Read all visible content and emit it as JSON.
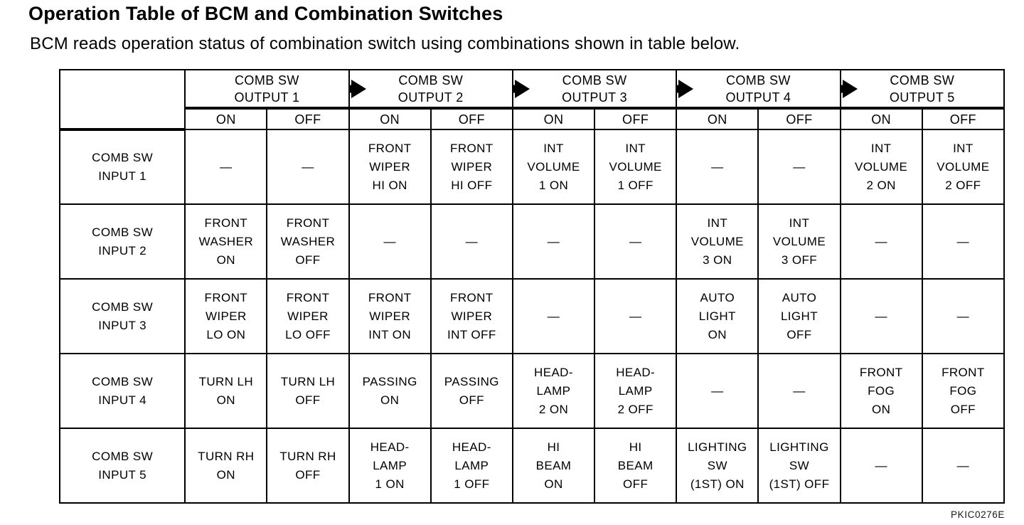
{
  "title": "Operation Table of BCM and Combination Switches",
  "subtitle": "BCM reads operation status of combination switch using combinations shown in table below.",
  "figure_code": "PKIC0276E",
  "colors": {
    "text": "#000000",
    "background": "#ffffff",
    "border": "#000000"
  },
  "icons": {
    "flow_arrow": "right-arrow"
  },
  "table": {
    "corner_label": "",
    "output_headers": [
      "COMB SW\nOUTPUT 1",
      "COMB SW\nOUTPUT 2",
      "COMB SW\nOUTPUT 3",
      "COMB SW\nOUTPUT 4",
      "COMB SW\nOUTPUT 5"
    ],
    "state_headers": [
      "ON",
      "OFF",
      "ON",
      "OFF",
      "ON",
      "OFF",
      "ON",
      "OFF",
      "ON",
      "OFF"
    ],
    "empty_cell_mark": "—",
    "rows": [
      {
        "label": "COMB SW\nINPUT 1",
        "cells": [
          "—",
          "—",
          "FRONT\nWIPER\nHI ON",
          "FRONT\nWIPER\nHI OFF",
          "INT\nVOLUME\n1 ON",
          "INT\nVOLUME\n1 OFF",
          "—",
          "—",
          "INT\nVOLUME\n2 ON",
          "INT\nVOLUME\n2 OFF"
        ]
      },
      {
        "label": "COMB SW\nINPUT 2",
        "cells": [
          "FRONT\nWASHER\nON",
          "FRONT\nWASHER\nOFF",
          "—",
          "—",
          "—",
          "—",
          "INT\nVOLUME\n3 ON",
          "INT\nVOLUME\n3 OFF",
          "—",
          "—"
        ]
      },
      {
        "label": "COMB SW\nINPUT 3",
        "cells": [
          "FRONT\nWIPER\nLO ON",
          "FRONT\nWIPER\nLO OFF",
          "FRONT\nWIPER\nINT ON",
          "FRONT\nWIPER\nINT OFF",
          "—",
          "—",
          "AUTO\nLIGHT\nON",
          "AUTO\nLIGHT\nOFF",
          "—",
          "—"
        ]
      },
      {
        "label": "COMB SW\nINPUT 4",
        "cells": [
          "TURN LH\nON",
          "TURN LH\nOFF",
          "PASSING\nON",
          "PASSING\nOFF",
          "HEAD-\nLAMP\n2 ON",
          "HEAD-\nLAMP\n2 OFF",
          "—",
          "—",
          "FRONT\nFOG\nON",
          "FRONT\nFOG\nOFF"
        ]
      },
      {
        "label": "COMB SW\nINPUT 5",
        "cells": [
          "TURN RH\nON",
          "TURN RH\nOFF",
          "HEAD-\nLAMP\n1 ON",
          "HEAD-\nLAMP\n1 OFF",
          "HI\nBEAM\nON",
          "HI\nBEAM\nOFF",
          "LIGHTING\nSW\n(1ST) ON",
          "LIGHTING\nSW\n(1ST) OFF",
          "—",
          "—"
        ]
      }
    ]
  }
}
